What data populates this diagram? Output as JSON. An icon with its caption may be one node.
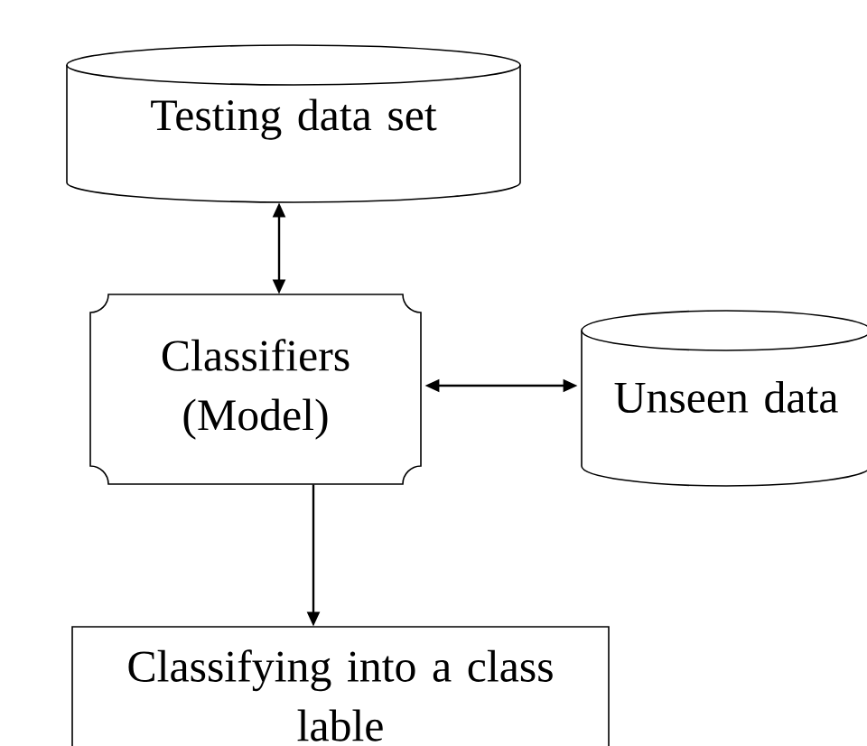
{
  "diagram": {
    "nodes": [
      {
        "text": [
          "Testing data set"
        ]
      },
      {
        "text": [
          "Classifiers (Model)"
        ]
      },
      {
        "text": [
          "Unseen data"
        ]
      },
      {
        "text": [
          "Classifying into a class lable"
        ]
      }
    ],
    "edges": [
      {
        "from": 0,
        "to": 1,
        "arrow": "both"
      },
      {
        "from": 1,
        "to": 2,
        "arrow": "both"
      },
      {
        "from": 1,
        "to": 3,
        "arrow": "to"
      }
    ]
  }
}
